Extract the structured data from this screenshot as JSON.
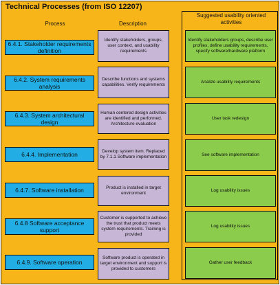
{
  "title": "Technical Processes  (from ISO  12207)",
  "headers": {
    "process": "Process",
    "description": "Description",
    "activities": "Suggested usability oriented activities"
  },
  "rows": [
    {
      "process": "6.4.1. Stakeholder requirements definition",
      "description": "Identify stakeholders, groups, user context, and usability requirements",
      "activity": "Identify stakeholders groups, describe user profiles, define usability requirements, specify software/hardware platform"
    },
    {
      "process": "6.4.2. System requirements analysis",
      "description": "Describe functions and systems capabilities. Verify requirements",
      "activity": "Analize usability requirements"
    },
    {
      "process": "6.4.3. System architectural design",
      "description": "Human centered design activities are identified and performed. Architecture evaluation",
      "activity": "User task redesign"
    },
    {
      "process": "6.4.4. Implementation",
      "description": "Develop system item. Replaced by 7.1.1 Software implementation",
      "activity": "See software implementation"
    },
    {
      "process": "6.4.7. Software installation",
      "description": "Product is installed in target environment",
      "activity": "Log usability issues"
    },
    {
      "process": "6.4.8 Software acceptance support",
      "description": "Customer is supported to achieve the trust that product meets system requirements. Training is provided",
      "activity": "Log usability issues"
    },
    {
      "process": "6.4.9. Software operation",
      "description": "Software product is operated in target environment and support is provided to customers",
      "activity": "Gather user feedback"
    }
  ]
}
